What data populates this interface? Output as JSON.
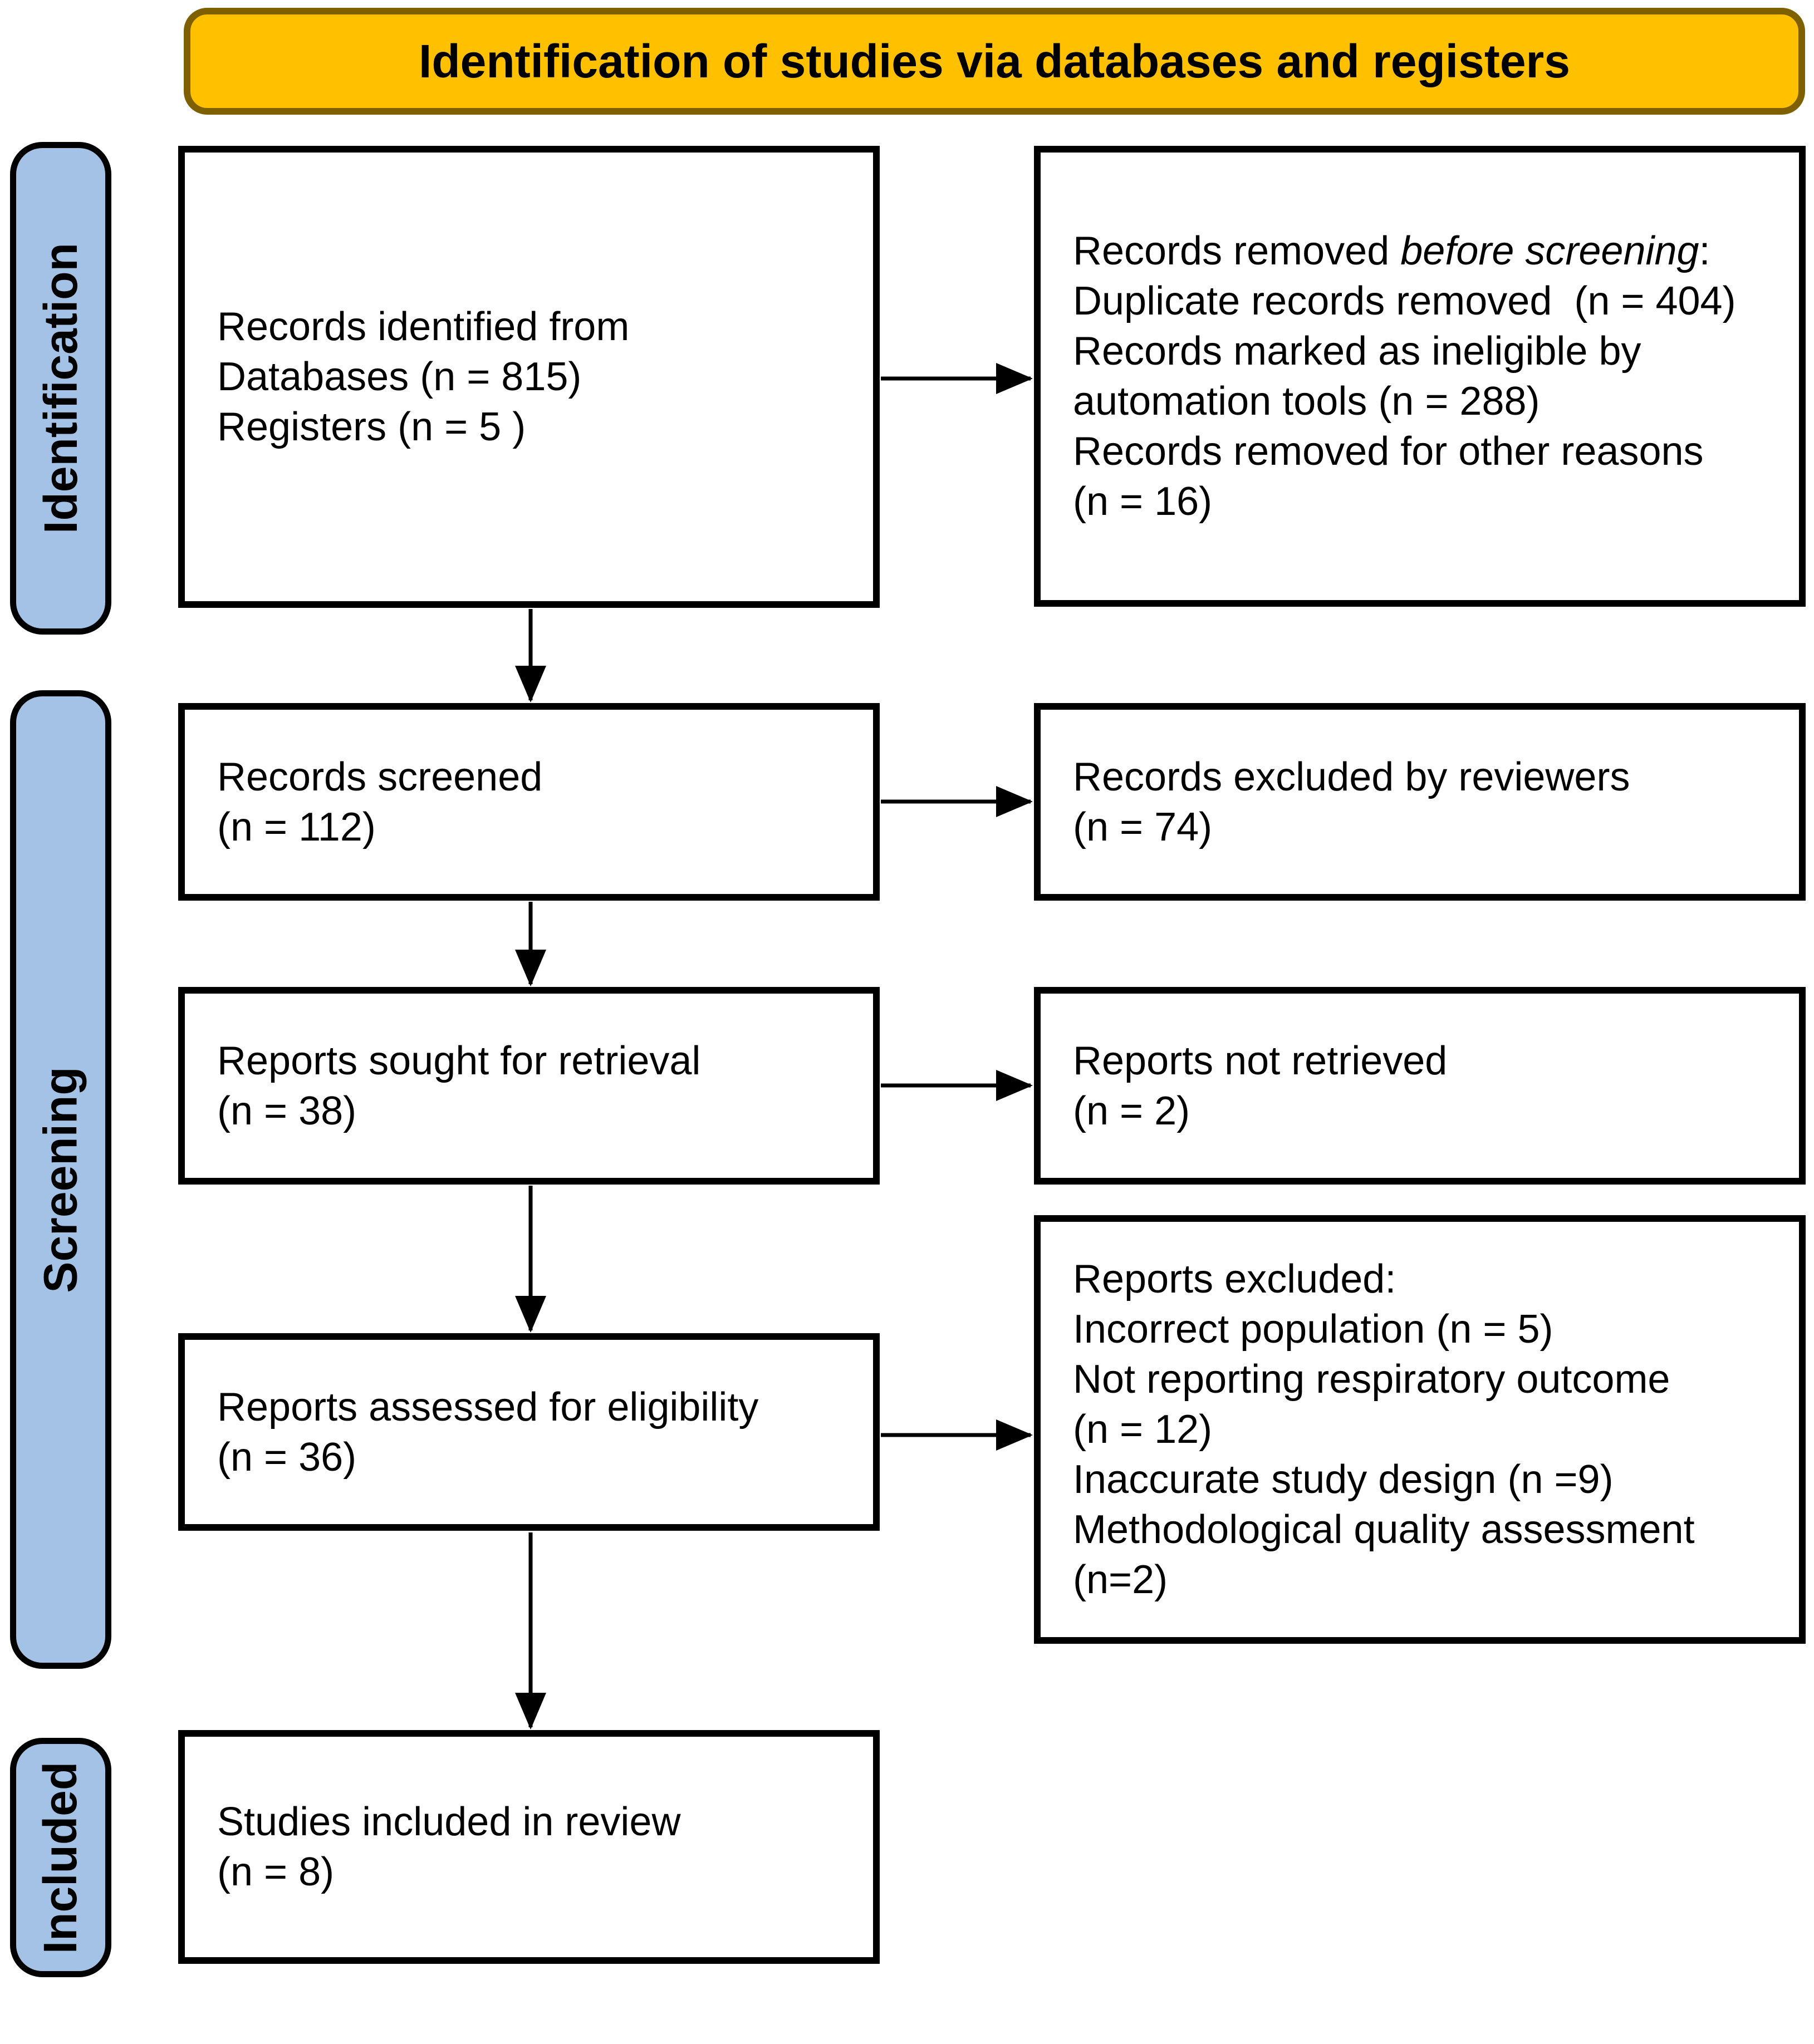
{
  "header": {
    "title": "Identification of studies via databases and registers"
  },
  "sidebar": {
    "identification": {
      "label": "Identification"
    },
    "screening": {
      "label": "Screening"
    },
    "included": {
      "label": "Included"
    }
  },
  "flow": {
    "records_identified": {
      "lines": [
        "Records identified from",
        "Databases (n = 815)",
        "Registers (n = 5 )"
      ]
    },
    "records_screened": {
      "lines": [
        "Records screened",
        "(n = 112)"
      ]
    },
    "reports_sought": {
      "lines": [
        "Reports sought for retrieval",
        "(n = 38)"
      ]
    },
    "reports_assessed": {
      "lines": [
        "Reports assessed for eligibility",
        "(n = 36)"
      ]
    },
    "studies_included": {
      "lines": [
        "Studies included in review",
        "(n = 8)"
      ]
    }
  },
  "exclusions": {
    "records_removed": {
      "line1_prefix": "Records removed ",
      "line1_italic": "before screening",
      "line1_suffix": ":",
      "lines": [
        "Duplicate records removed  (n = 404)",
        "Records marked as ineligible by",
        "automation tools (n = 288)",
        "Records removed for other reasons",
        "(n = 16)"
      ]
    },
    "records_excluded": {
      "lines": [
        "Records excluded by reviewers",
        "(n = 74)"
      ]
    },
    "reports_not_retrieved": {
      "lines": [
        "Reports not retrieved",
        "(n = 2)"
      ]
    },
    "reports_excluded": {
      "lines": [
        "Reports excluded:",
        "Incorrect population (n = 5)",
        "Not reporting respiratory outcome",
        "(n = 12)",
        "Inaccurate study design (n =9)",
        "Methodological quality assessment",
        "(n=2)"
      ]
    }
  },
  "colors": {
    "header_fill": "#FFC000",
    "header_border": "#7F6000",
    "stage_fill": "#A4C2E5",
    "box_border": "#000000",
    "arrow": "#000000",
    "text": "#000000"
  }
}
